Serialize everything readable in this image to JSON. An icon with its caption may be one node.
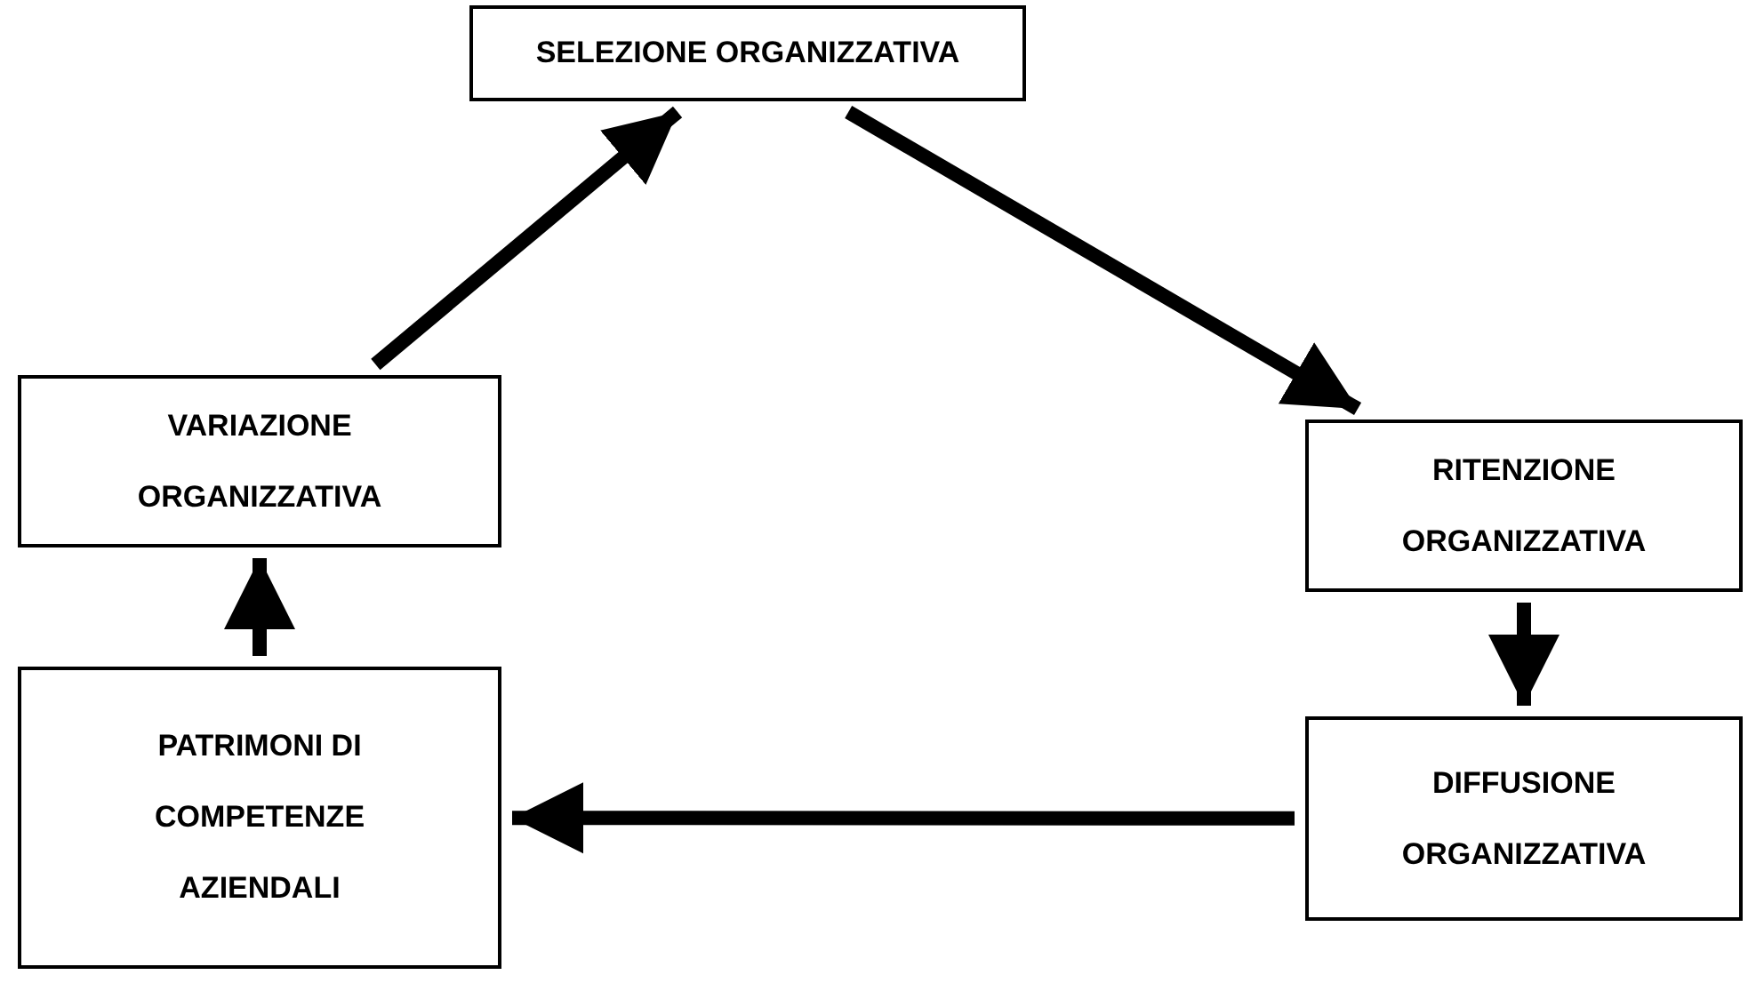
{
  "diagram": {
    "nodes": [
      {
        "text": [
          "SELEZIONE ORGANIZZATIVA"
        ]
      },
      {
        "text": [
          "VARIAZIONE ORGANIZZATIVA"
        ]
      },
      {
        "text": [
          "RITENZIONE ORGANIZZATIVA"
        ]
      },
      {
        "text": [
          "DIFFUSIONE ORGANIZZATIVA"
        ]
      },
      {
        "text": [
          "PATRIMONI DI COMPETENZE AZIENDALI"
        ]
      }
    ],
    "edges": [
      {
        "from": 1,
        "to": 0,
        "arrow": "to"
      },
      {
        "from": 0,
        "to": 2,
        "arrow": "to"
      },
      {
        "from": 2,
        "to": 3,
        "arrow": "to"
      },
      {
        "from": 3,
        "to": 4,
        "arrow": "to"
      },
      {
        "from": 4,
        "to": 1,
        "arrow": "to"
      }
    ]
  }
}
